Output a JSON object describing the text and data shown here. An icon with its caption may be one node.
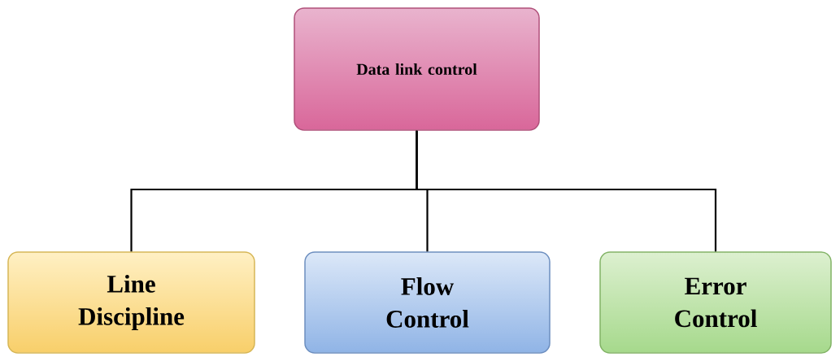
{
  "diagram": {
    "nodes": [
      {
        "text": [
          "Data link control"
        ]
      },
      {
        "text": [
          "Line Discipline"
        ]
      },
      {
        "text": [
          "Flow Control"
        ]
      },
      {
        "text": [
          "Error Control"
        ]
      }
    ],
    "edges": [
      {
        "from": 0,
        "to": 1,
        "arrow": "none"
      },
      {
        "from": 0,
        "to": 2,
        "arrow": "none"
      },
      {
        "from": 0,
        "to": 3,
        "arrow": "none"
      }
    ]
  }
}
